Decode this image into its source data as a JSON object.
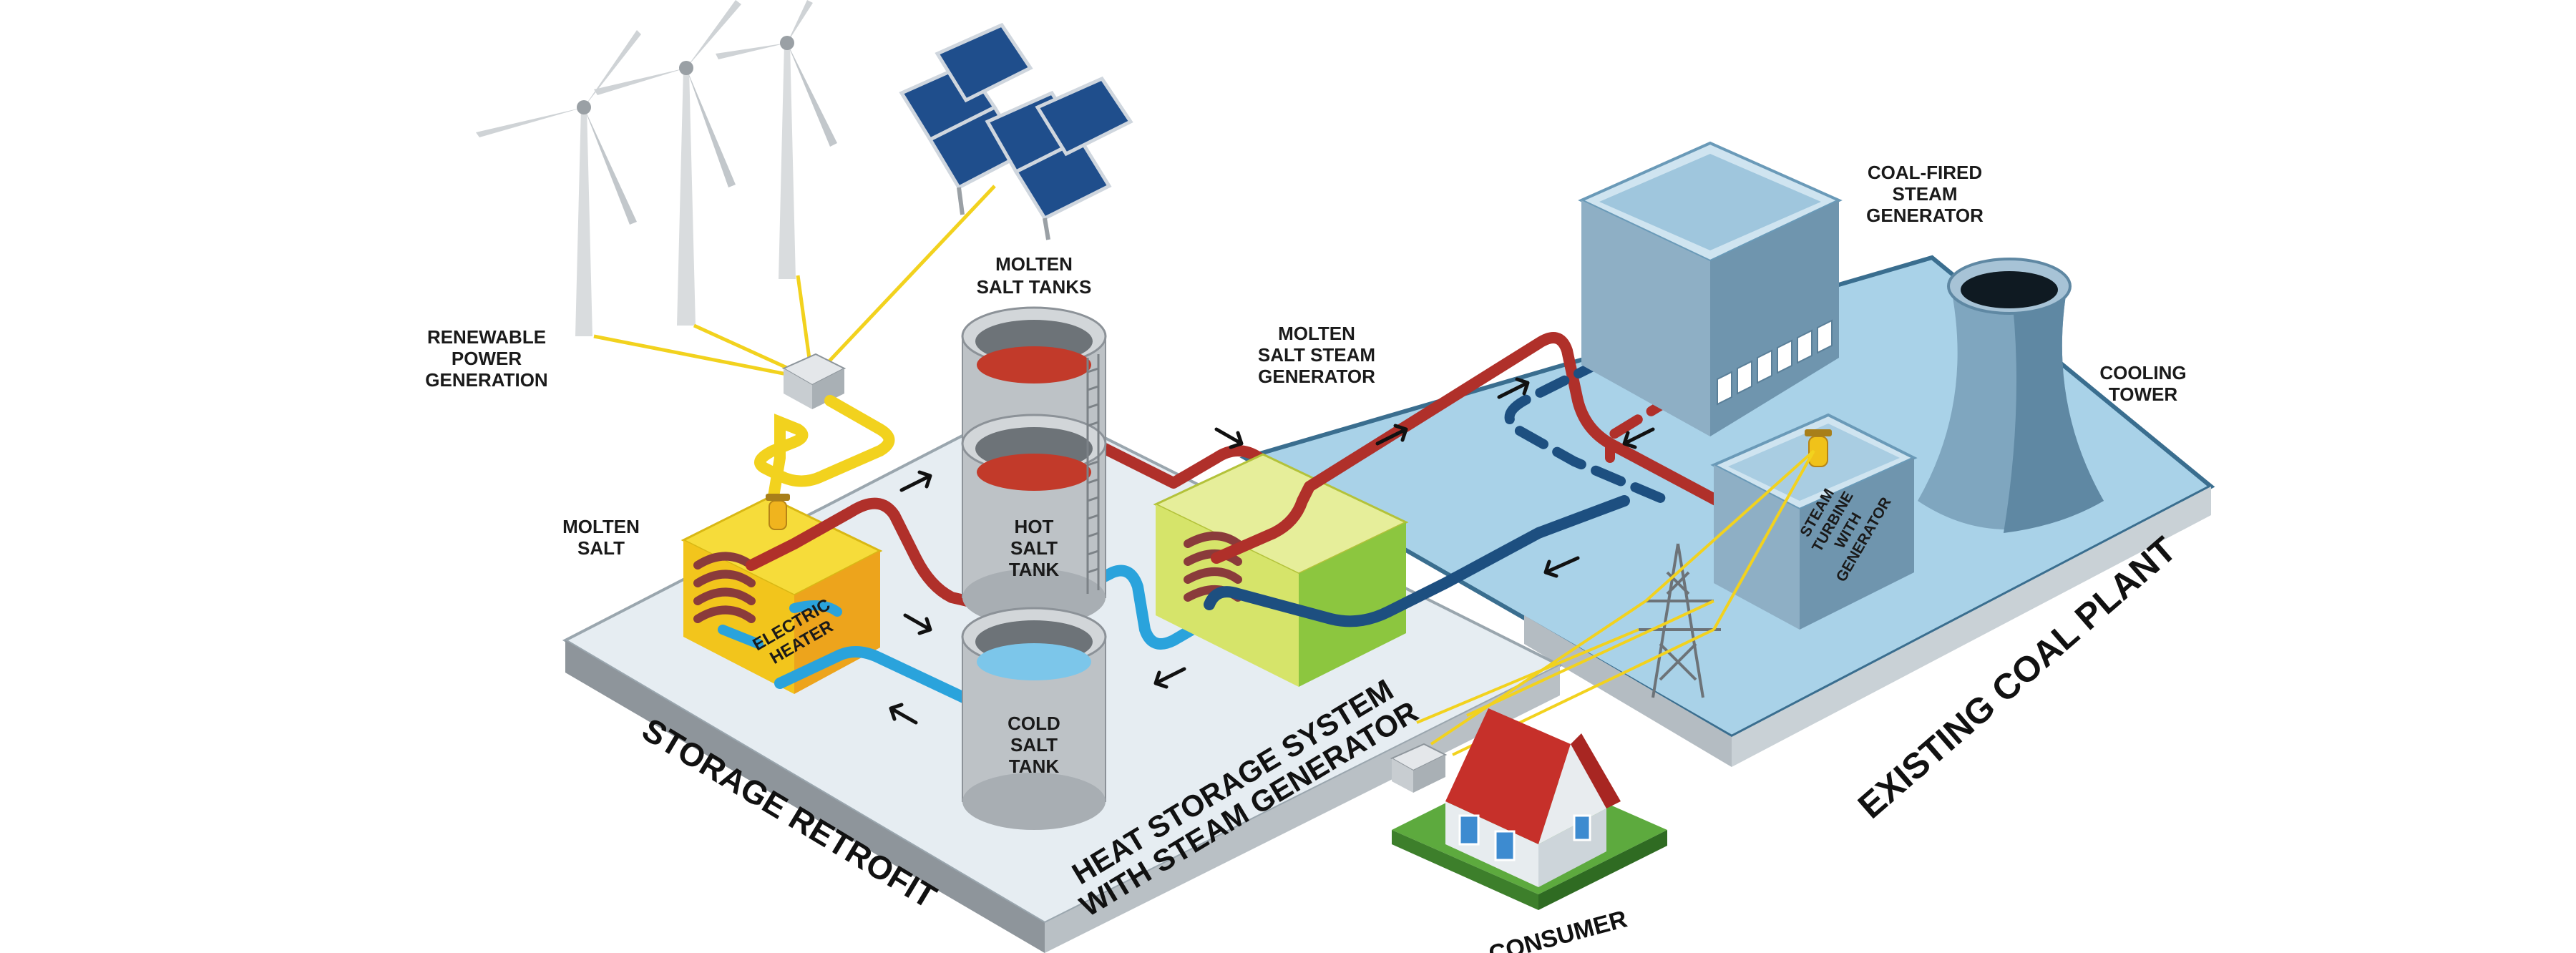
{
  "labels": {
    "renewable": [
      "RENEWABLE",
      "POWER",
      "GENERATION"
    ],
    "molten_salt": [
      "MOLTEN",
      "SALT"
    ],
    "electric_heater": [
      "ELECTRIC",
      "HEATER"
    ],
    "molten_salt_tanks": [
      "MOLTEN",
      "SALT TANKS"
    ],
    "hot_salt_tank": [
      "HOT",
      "SALT",
      "TANK"
    ],
    "cold_salt_tank": [
      "COLD",
      "SALT",
      "TANK"
    ],
    "molten_salt_steam_generator": [
      "MOLTEN",
      "SALT STEAM",
      "GENERATOR"
    ],
    "coal_fired_steam_generator": [
      "COAL-FIRED",
      "STEAM",
      "GENERATOR"
    ],
    "cooling_tower": [
      "COOLING",
      "TOWER"
    ],
    "steam_turbine": [
      "STEAM",
      "TURBINE",
      "WITH",
      "GENERATOR"
    ],
    "consumer": "CONSUMER"
  },
  "platforms": {
    "storage_retrofit": "STORAGE RETROFIT",
    "heat_storage_system": [
      "HEAT STORAGE SYSTEM",
      "WITH STEAM GENERATOR"
    ],
    "existing_coal_plant": "EXISTING COAL PLANT"
  },
  "colors": {
    "hot_salt": "#b0302a",
    "cold_salt": "#2aa3dc",
    "steam_return": "#1d4f80",
    "power_line": "#f2d21e",
    "heater": "#f0c21a",
    "steam_generator_box": "#c4d94a",
    "coal_plant_floor": "#a9d2e8",
    "storage_floor": "#e6edf2"
  }
}
